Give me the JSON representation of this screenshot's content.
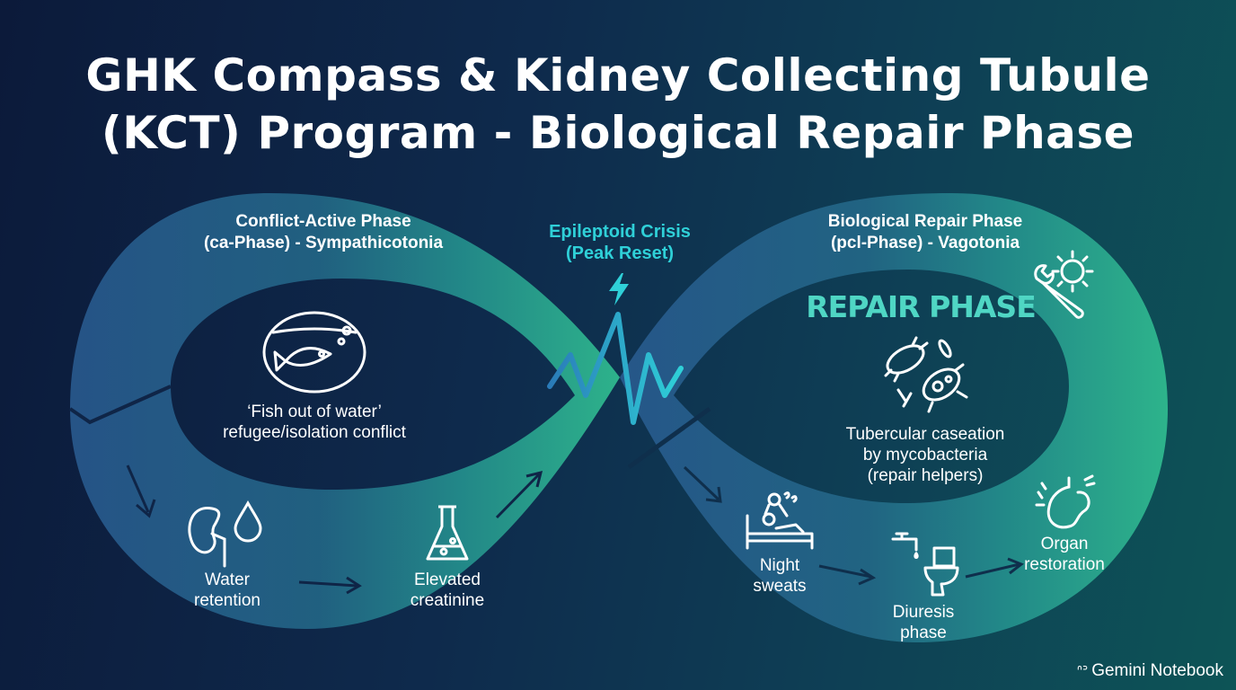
{
  "title": {
    "line1": "GHK Compass & Kidney Collecting Tubule",
    "line2": "(KCT) Program - Biological Repair Phase"
  },
  "ca_phase": {
    "heading_line1": "Conflict-Active Phase",
    "heading_line2": "(ca-Phase) - Sympathicotonia",
    "conflict_line1": "‘Fish out of water’",
    "conflict_line2": "refugee/isolation conflict",
    "step1_line1": "Water",
    "step1_line2": "retention",
    "step2_line1": "Elevated",
    "step2_line2": "creatinine"
  },
  "crisis": {
    "line1": "Epileptoid Crisis",
    "line2": "(Peak Reset)"
  },
  "pcl_phase": {
    "heading_line1": "Biological Repair Phase",
    "heading_line2": "(pcl-Phase) - Vagotonia",
    "banner": "REPAIR PHASE",
    "repair_line1": "Tubercular caseation",
    "repair_line2": "by mycobacteria",
    "repair_line3": "(repair helpers)",
    "step1_line1": "Night",
    "step1_line2": "sweats",
    "step2_line1": "Diuresis",
    "step2_line2": "phase",
    "step3_line1": "Organ",
    "step3_line2": "restoration"
  },
  "watermark": {
    "mark": "ᐢᐣ",
    "text": "Gemini Notebook"
  },
  "icons": [
    "fishbowl-icon",
    "kidney-icon",
    "water-drop-icon",
    "flask-icon",
    "lightning-icon",
    "wrench-gear-icon",
    "bacteria-icon",
    "bed-sweat-icon",
    "faucet-toilet-icon",
    "stomach-icon"
  ],
  "colors": {
    "background_left": "#0c1a3a",
    "background_right": "#0d5456",
    "loop_left": "#2a5d93",
    "loop_right": "#2fb98e",
    "crisis_accent": "#2fd0d8",
    "banner": "#4fd6c4"
  }
}
